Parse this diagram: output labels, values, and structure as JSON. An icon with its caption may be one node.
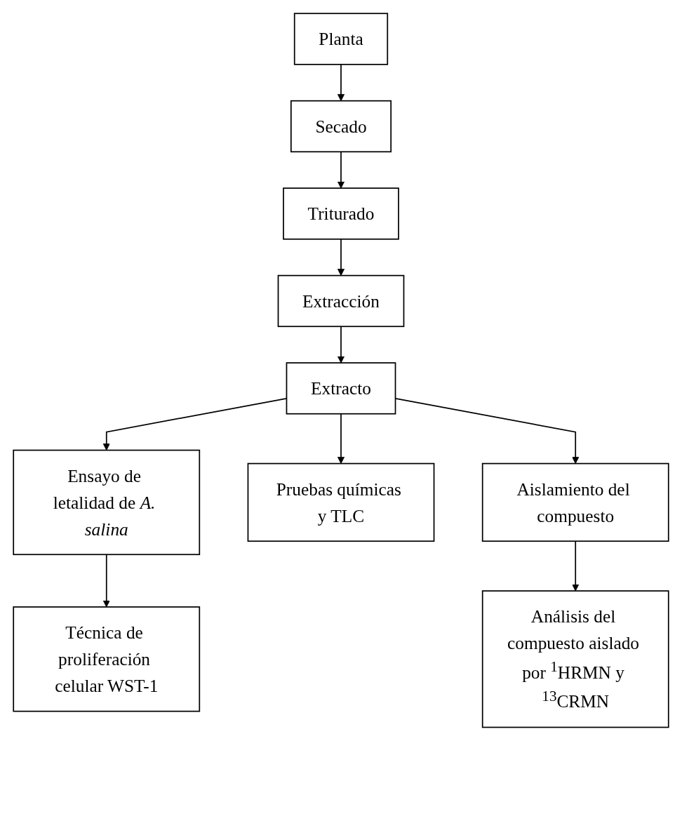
{
  "diagram": {
    "nodes": [
      {
        "text": [
          "Planta"
        ]
      },
      {
        "text": [
          "Secado"
        ]
      },
      {
        "text": [
          "Triturado"
        ]
      },
      {
        "text": [
          "Extracción"
        ]
      },
      {
        "text": [
          "Extracto"
        ]
      },
      {
        "text": [
          "Ensayo de letalidad de *A. salina*"
        ]
      },
      {
        "text": [
          "Pruebas químicas y TLC"
        ]
      },
      {
        "text": [
          "Aislamiento del compuesto"
        ]
      },
      {
        "text": [
          "Técnica de proliferación celular WST-1"
        ]
      },
      {
        "text": [
          "Análisis del compuesto aislado por $^{1}$HRMN y $^{13}$CRMN"
        ]
      }
    ],
    "edges": [
      {
        "from": 0,
        "to": 1,
        "arrow": "to"
      },
      {
        "from": 1,
        "to": 2,
        "arrow": "to"
      },
      {
        "from": 2,
        "to": 3,
        "arrow": "to"
      },
      {
        "from": 3,
        "to": 4,
        "arrow": "to"
      },
      {
        "from": 4,
        "to": 5,
        "arrow": "to"
      },
      {
        "from": 4,
        "to": 6,
        "arrow": "to"
      },
      {
        "from": 4,
        "to": 7,
        "arrow": "to"
      },
      {
        "from": 5,
        "to": 8,
        "arrow": "to"
      },
      {
        "from": 7,
        "to": 9,
        "arrow": "to"
      }
    ]
  }
}
